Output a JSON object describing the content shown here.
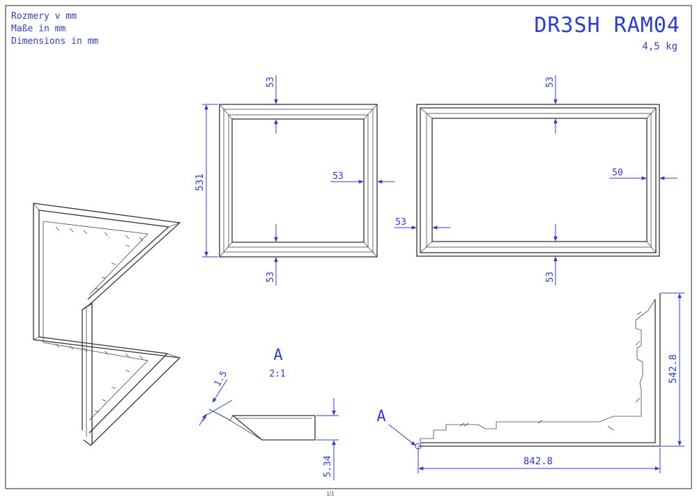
{
  "header": {
    "units_cz": "Rozmery v mm",
    "units_de": "Maße in mm",
    "units_en": "Dimensions in mm",
    "part_name": "DR3SH RAM04",
    "weight": "4,5 kg"
  },
  "front_view": {
    "height": "531",
    "top": "53",
    "right": "53",
    "bottom": "53"
  },
  "back_view": {
    "top": "53",
    "right": "50",
    "left": "53",
    "bottom": "53"
  },
  "detail": {
    "label": "A",
    "scale": "2:1",
    "thickness": "1.5",
    "height": "5.34"
  },
  "profile": {
    "callout": "A",
    "height": "542.8",
    "width": "842.8"
  },
  "footer": {
    "page": "1/1"
  },
  "colors": {
    "annotation": "#2b3dd6",
    "geometry": "#333333"
  }
}
